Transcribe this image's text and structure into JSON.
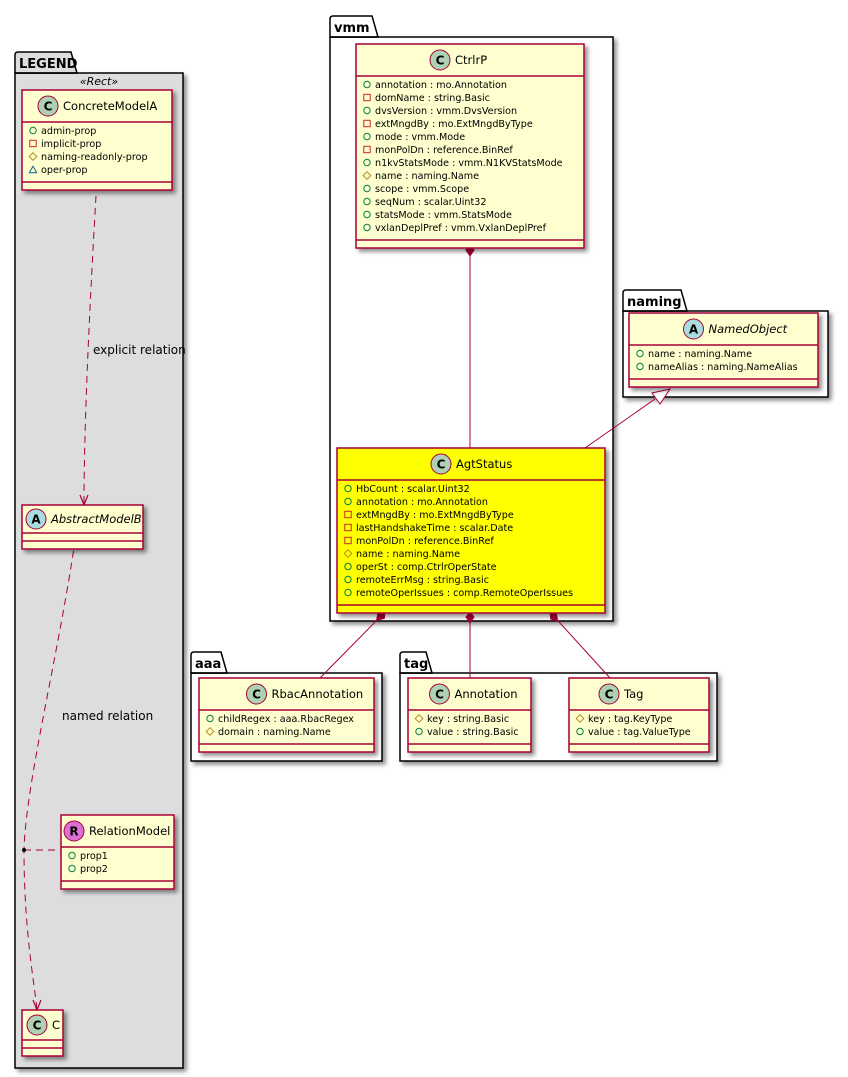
{
  "colors": {
    "class_fill": "#FEFECE",
    "class_border": "#A80036",
    "highlight_fill": "#FFFF00",
    "legend_fill": "#DDDDDD",
    "class_spot": "#ADD1B2",
    "abstract_spot": "#A9DCDF",
    "relation_spot": "#DA70D6",
    "edge": "#A80036",
    "public_icon": "#038048",
    "private_icon": "#C82930",
    "protected_icon": "#B38D22",
    "package_icon": "#1963A0"
  },
  "packages": {
    "legend": {
      "label": "LEGEND"
    },
    "vmm": {
      "label": "vmm"
    },
    "naming": {
      "label": "naming"
    },
    "aaa": {
      "label": "aaa"
    },
    "tag": {
      "label": "tag"
    }
  },
  "legend": {
    "stereotype": "«Rect»",
    "concrete": {
      "name": "ConcreteModelA",
      "spot": "C",
      "attrs": [
        {
          "vis": "public",
          "text": "admin-prop"
        },
        {
          "vis": "private",
          "text": "implicit-prop"
        },
        {
          "vis": "protected",
          "text": "naming-readonly-prop"
        },
        {
          "vis": "package",
          "text": "oper-prop"
        }
      ]
    },
    "abstract": {
      "name": "AbstractModelB",
      "spot": "A"
    },
    "relation": {
      "name": "RelationModel",
      "spot": "R",
      "attrs": [
        {
          "vis": "public",
          "text": "prop1"
        },
        {
          "vis": "public",
          "text": "prop2"
        }
      ]
    },
    "c": {
      "name": "C",
      "spot": "C"
    },
    "explicit_label": "explicit relation",
    "named_label": "named relation"
  },
  "classes": {
    "ctrlrp": {
      "name": "CtrlrP",
      "spot": "C",
      "attrs": [
        {
          "vis": "public",
          "text": "annotation : mo.Annotation"
        },
        {
          "vis": "private",
          "text": "domName : string.Basic"
        },
        {
          "vis": "public",
          "text": "dvsVersion : vmm.DvsVersion"
        },
        {
          "vis": "private",
          "text": "extMngdBy : mo.ExtMngdByType"
        },
        {
          "vis": "public",
          "text": "mode : vmm.Mode"
        },
        {
          "vis": "private",
          "text": "monPolDn : reference.BinRef"
        },
        {
          "vis": "public",
          "text": "n1kvStatsMode : vmm.N1KVStatsMode"
        },
        {
          "vis": "protected",
          "text": "name : naming.Name"
        },
        {
          "vis": "public",
          "text": "scope : vmm.Scope"
        },
        {
          "vis": "public",
          "text": "seqNum : scalar.Uint32"
        },
        {
          "vis": "public",
          "text": "statsMode : vmm.StatsMode"
        },
        {
          "vis": "public",
          "text": "vxlanDeplPref : vmm.VxlanDeplPref"
        }
      ]
    },
    "agtstatus": {
      "name": "AgtStatus",
      "spot": "C",
      "attrs": [
        {
          "vis": "public",
          "text": "HbCount : scalar.Uint32"
        },
        {
          "vis": "public",
          "text": "annotation : mo.Annotation"
        },
        {
          "vis": "private",
          "text": "extMngdBy : mo.ExtMngdByType"
        },
        {
          "vis": "private",
          "text": "lastHandshakeTime : scalar.Date"
        },
        {
          "vis": "private",
          "text": "monPolDn : reference.BinRef"
        },
        {
          "vis": "protected",
          "text": "name : naming.Name"
        },
        {
          "vis": "public",
          "text": "operSt : comp.CtrlrOperState"
        },
        {
          "vis": "public",
          "text": "remoteErrMsg : string.Basic"
        },
        {
          "vis": "public",
          "text": "remoteOperIssues : comp.RemoteOperIssues"
        }
      ]
    },
    "namedobject": {
      "name": "NamedObject",
      "spot": "A",
      "attrs": [
        {
          "vis": "public",
          "text": "name : naming.Name"
        },
        {
          "vis": "public",
          "text": "nameAlias : naming.NameAlias"
        }
      ]
    },
    "rbacannotation": {
      "name": "RbacAnnotation",
      "spot": "C",
      "attrs": [
        {
          "vis": "public",
          "text": "childRegex : aaa.RbacRegex"
        },
        {
          "vis": "protected",
          "text": "domain : naming.Name"
        }
      ]
    },
    "annotation": {
      "name": "Annotation",
      "spot": "C",
      "attrs": [
        {
          "vis": "protected",
          "text": "key : string.Basic"
        },
        {
          "vis": "public",
          "text": "value : string.Basic"
        }
      ]
    },
    "tag": {
      "name": "Tag",
      "spot": "C",
      "attrs": [
        {
          "vis": "protected",
          "text": "key : tag.KeyType"
        },
        {
          "vis": "public",
          "text": "value : tag.ValueType"
        }
      ]
    }
  }
}
